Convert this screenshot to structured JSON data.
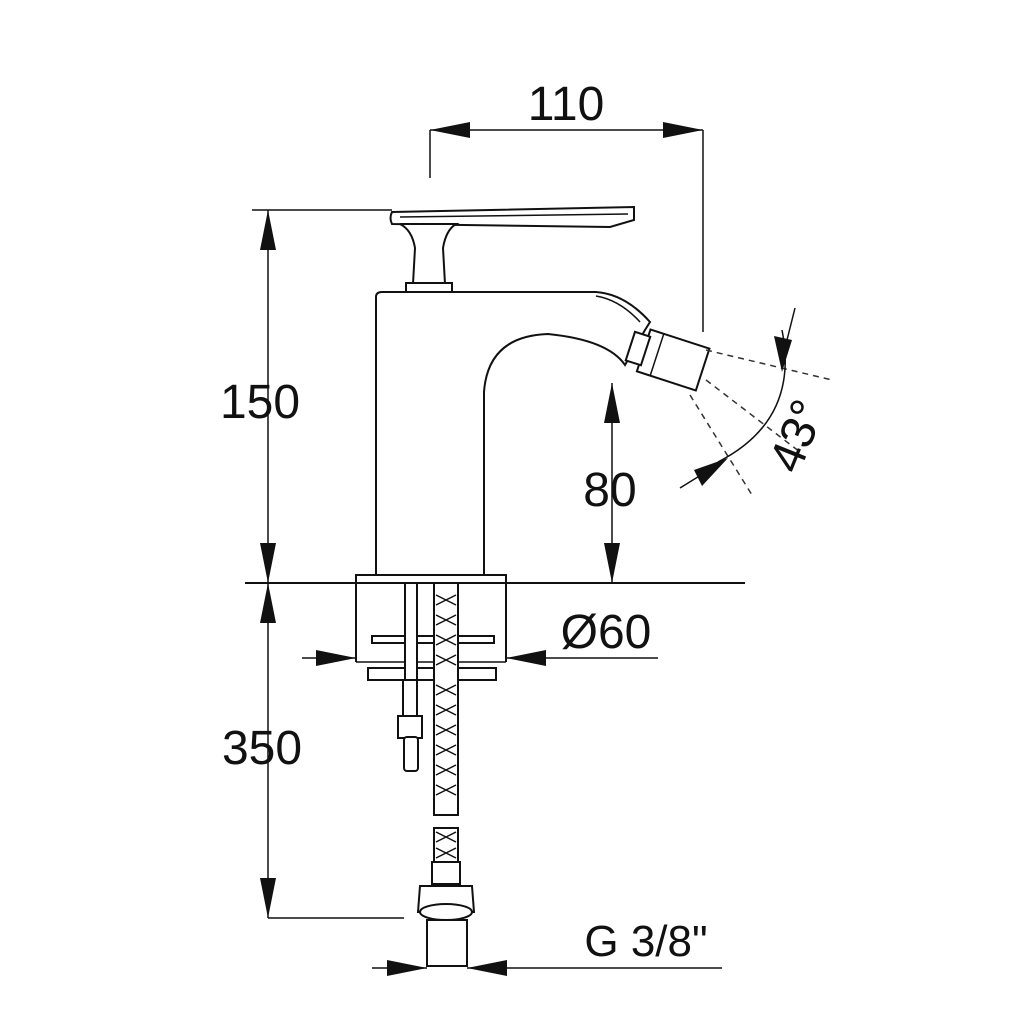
{
  "dimensions": {
    "spout_reach": "110",
    "total_height": "150",
    "spout_height": "80",
    "base_diameter": "Ø60",
    "hose_length": "350",
    "connection_thread": "G 3/8\"",
    "spray_angle": "43°"
  },
  "colors": {
    "ink": "#111111",
    "background": "#ffffff"
  }
}
